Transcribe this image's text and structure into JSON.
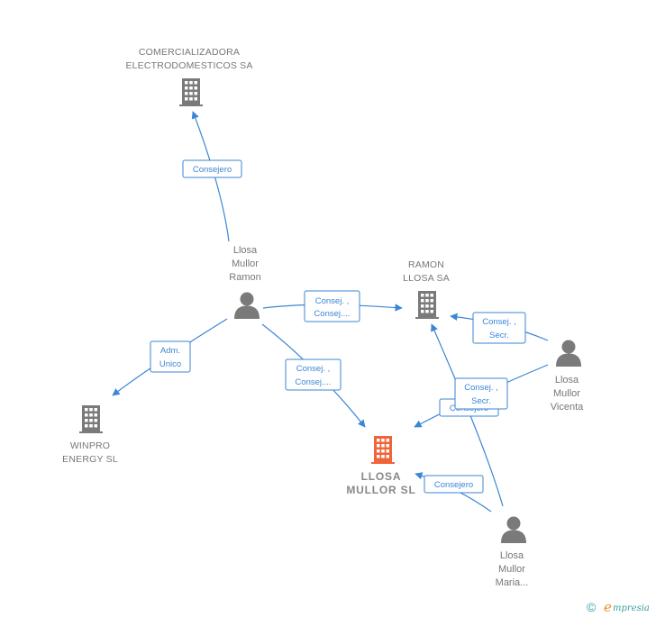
{
  "nodes": {
    "comercializadora": {
      "line1": "COMERCIALIZADORA",
      "line2": "ELECTRODOMESTICOS SA"
    },
    "llosa_mullor_ramon": {
      "line1": "Llosa",
      "line2": "Mullor",
      "line3": "Ramon"
    },
    "ramon_llosa_sa": {
      "line1": "RAMON",
      "line2": "LLOSA SA"
    },
    "llosa_mullor_vicenta": {
      "line1": "Llosa",
      "line2": "Mullor",
      "line3": "Vicenta"
    },
    "winpro_energy": {
      "line1": "WINPRO",
      "line2": "ENERGY  SL"
    },
    "llosa_mullor_sl": {
      "line1": "LLOSA",
      "line2": "MULLOR  SL"
    },
    "llosa_mullor_maria": {
      "line1": "Llosa",
      "line2": "Mullor",
      "line3": "Maria..."
    }
  },
  "edges": {
    "ramon_to_comercializadora": {
      "line1": "Consejero"
    },
    "ramon_to_ramonllosa": {
      "line1": "Consej. ,",
      "line2": "Consej...."
    },
    "ramon_to_winpro": {
      "line1": "Adm.",
      "line2": "Unico"
    },
    "ramon_to_llosamullor": {
      "line1": "Consej. ,",
      "line2": "Consej...."
    },
    "vicenta_to_ramonllosa": {
      "line1": "Consej. ,",
      "line2": "Secr."
    },
    "vicenta_to_llosamullor": {
      "line1": "Consej. ,",
      "line2": "Secr."
    },
    "hidden_consejero": {
      "line1": "Consejero"
    },
    "maria_to_llosamullor": {
      "line1": "Consejero"
    }
  },
  "footer": {
    "copyright": "©",
    "brand_initial": "e",
    "brand_rest": "mpresia"
  },
  "colors": {
    "edge": "#3b86d6",
    "node_gray": "#7a7a7a",
    "main_company": "#f0643a",
    "brand_orange": "#f28c28",
    "brand_teal": "#3aa0a0"
  }
}
